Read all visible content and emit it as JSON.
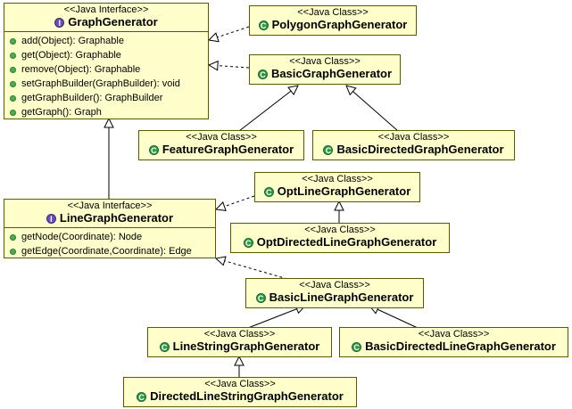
{
  "boxes": {
    "graph_generator": {
      "stereotype": "<<Java Interface>>",
      "name": "GraphGenerator",
      "ops": [
        "add(Object): Graphable",
        "get(Object): Graphable",
        "remove(Object): Graphable",
        "setGraphBuilder(GraphBuilder): void",
        "getGraphBuilder(): GraphBuilder",
        "getGraph(): Graph"
      ]
    },
    "polygon_graph_generator": {
      "stereotype": "<<Java Class>>",
      "name": "PolygonGraphGenerator"
    },
    "basic_graph_generator": {
      "stereotype": "<<Java Class>>",
      "name": "BasicGraphGenerator"
    },
    "feature_graph_generator": {
      "stereotype": "<<Java Class>>",
      "name": "FeatureGraphGenerator"
    },
    "basic_directed_graph_generator": {
      "stereotype": "<<Java Class>>",
      "name": "BasicDirectedGraphGenerator"
    },
    "line_graph_generator": {
      "stereotype": "<<Java Interface>>",
      "name": "LineGraphGenerator",
      "ops": [
        "getNode(Coordinate): Node",
        "getEdge(Coordinate,Coordinate): Edge"
      ]
    },
    "opt_line_graph_generator": {
      "stereotype": "<<Java Class>>",
      "name": "OptLineGraphGenerator"
    },
    "opt_directed_line_graph_generator": {
      "stereotype": "<<Java Class>>",
      "name": "OptDirectedLineGraphGenerator"
    },
    "basic_line_graph_generator": {
      "stereotype": "<<Java Class>>",
      "name": "BasicLineGraphGenerator"
    },
    "line_string_graph_generator": {
      "stereotype": "<<Java Class>>",
      "name": "LineStringGraphGenerator"
    },
    "basic_directed_line_graph_generator": {
      "stereotype": "<<Java Class>>",
      "name": "BasicDirectedLineGraphGenerator"
    },
    "directed_line_string_graph_generator": {
      "stereotype": "<<Java Class>>",
      "name": "DirectedLineStringGraphGenerator"
    }
  },
  "colors": {
    "box_fill": "#ffffcc",
    "box_border": "#5a5a00",
    "interface_icon": "#6b4fb3",
    "class_icon": "#2f9a45",
    "operation_dot": "#49b04f"
  },
  "icons": {
    "interface": "interface-icon",
    "class": "class-icon",
    "operation": "public-method-icon"
  }
}
